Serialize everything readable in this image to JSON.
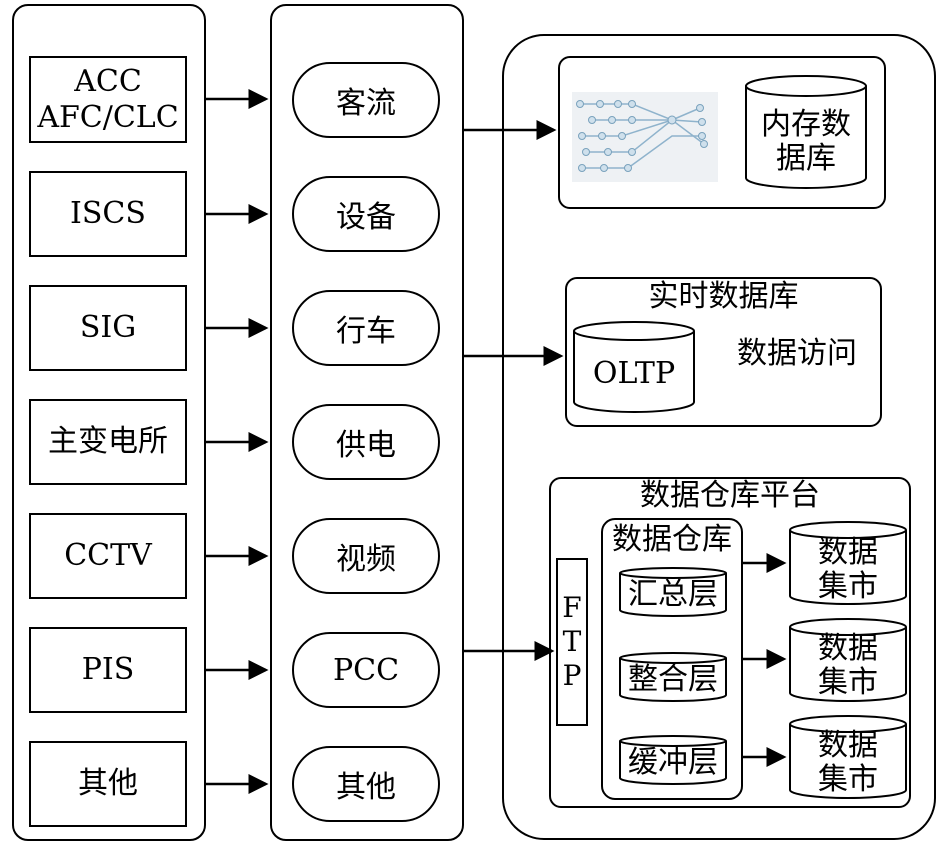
{
  "sources": [
    "ACC\nAFC/CLC",
    "ISCS",
    "SIG",
    "主变电所",
    "CCTV",
    "PIS",
    "其他"
  ],
  "categories": [
    "客流",
    "设备",
    "行车",
    "供电",
    "视频",
    "PCC",
    "其他"
  ],
  "memory_db": {
    "label": "内存数\n据库"
  },
  "realtime_db": {
    "title": "实时数据库",
    "oltp": "OLTP",
    "access": "数据访问"
  },
  "warehouse_platform": {
    "title": "数据仓库平台",
    "ftp_letters": [
      "F",
      "T",
      "P"
    ],
    "warehouse_title": "数据仓库",
    "layers": [
      "汇总层",
      "整合层",
      "缓冲层"
    ],
    "marts": [
      "数据\n集市",
      "数据\n集市",
      "数据\n集市"
    ]
  }
}
